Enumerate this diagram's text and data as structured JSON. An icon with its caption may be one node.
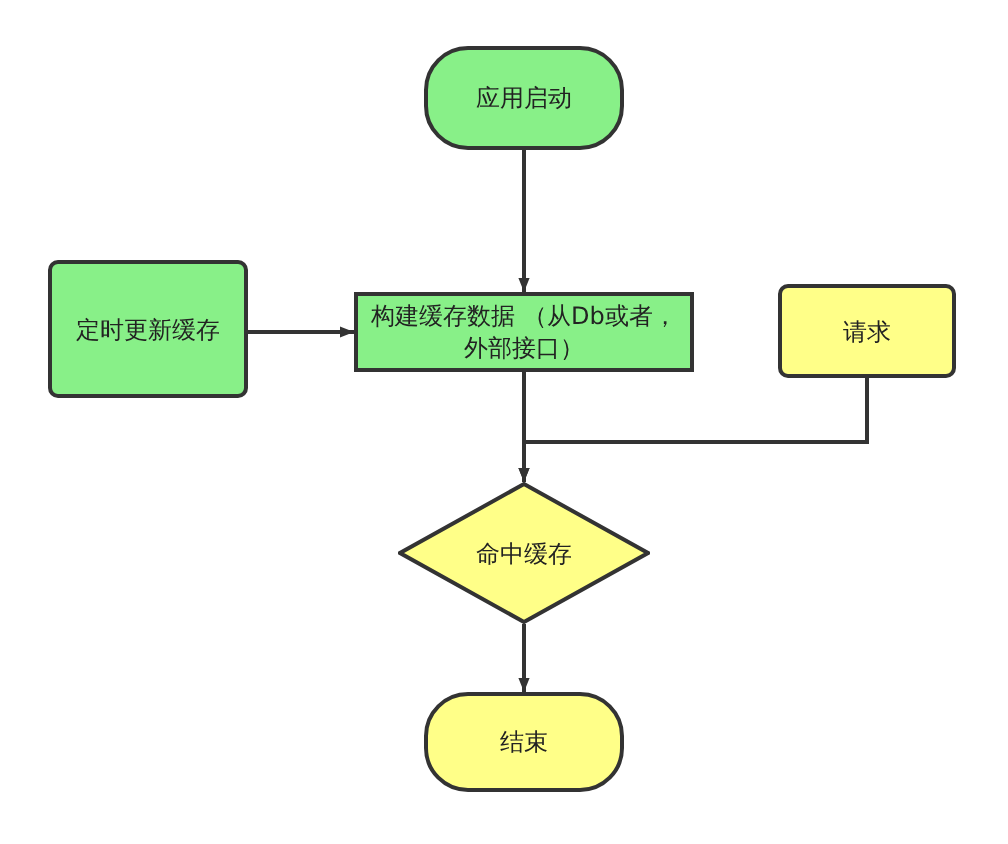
{
  "diagram": {
    "nodes": [
      {
        "text": [
          "应用启动"
        ]
      },
      {
        "text": [
          "定时更新缓存"
        ]
      },
      {
        "text": [
          "构建缓存数据 （从Db或者，外部接口）"
        ]
      },
      {
        "text": [
          "请求"
        ]
      },
      {
        "text": [
          "命中缓存"
        ]
      },
      {
        "text": [
          "结束"
        ]
      }
    ],
    "edges": [
      {
        "from": 0,
        "to": 2,
        "arrow": "to"
      },
      {
        "from": 1,
        "to": 2,
        "arrow": "to"
      },
      {
        "from": 2,
        "to": 4,
        "arrow": "to"
      },
      {
        "from": 3,
        "to": 4,
        "arrow": "to"
      },
      {
        "from": 4,
        "to": 5,
        "arrow": "to"
      }
    ]
  }
}
